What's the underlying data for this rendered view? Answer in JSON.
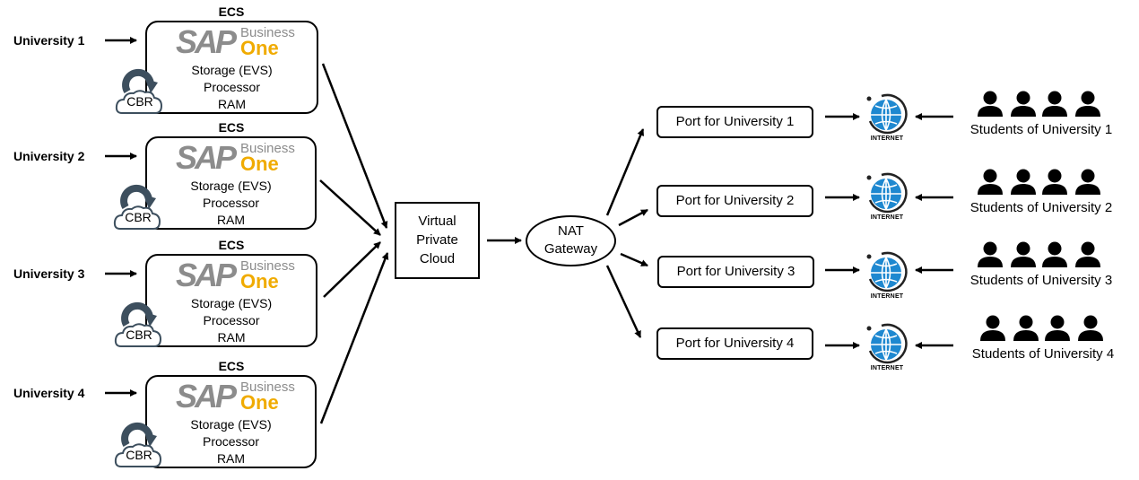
{
  "universities": [
    {
      "label": "University 1",
      "ecs_label": "ECS",
      "sap_brand": "SAP",
      "sap_business": "Business",
      "sap_one": "One",
      "specs": [
        "Storage (EVS)",
        "Processor",
        "RAM"
      ],
      "backup_label": "CBR"
    },
    {
      "label": "University 2",
      "ecs_label": "ECS",
      "sap_brand": "SAP",
      "sap_business": "Business",
      "sap_one": "One",
      "specs": [
        "Storage (EVS)",
        "Processor",
        "RAM"
      ],
      "backup_label": "CBR"
    },
    {
      "label": "University 3",
      "ecs_label": "ECS",
      "sap_brand": "SAP",
      "sap_business": "Business",
      "sap_one": "One",
      "specs": [
        "Storage (EVS)",
        "Processor",
        "RAM"
      ],
      "backup_label": "CBR"
    },
    {
      "label": "University 4",
      "ecs_label": "ECS",
      "sap_brand": "SAP",
      "sap_business": "Business",
      "sap_one": "One",
      "specs": [
        "Storage (EVS)",
        "Processor",
        "RAM"
      ],
      "backup_label": "CBR"
    }
  ],
  "vpc": {
    "lines": [
      "Virtual",
      "Private",
      "Cloud"
    ]
  },
  "nat": {
    "lines": [
      "NAT",
      "Gateway"
    ]
  },
  "ports": [
    {
      "label": "Port for University 1",
      "internet_label": "INTERNET",
      "students_label": "Students of University 1"
    },
    {
      "label": "Port for University 2",
      "internet_label": "INTERNET",
      "students_label": "Students of University 2"
    },
    {
      "label": "Port for University 3",
      "internet_label": "INTERNET",
      "students_label": "Students of University 3"
    },
    {
      "label": "Port for University 4",
      "internet_label": "INTERNET",
      "students_label": "Students of University 4"
    }
  ],
  "colors": {
    "sap_gray": "#8c8c8c",
    "sap_gold": "#f0ab00",
    "cbr_slate": "#3d4f5e",
    "globe_blue": "#1e88d0"
  }
}
